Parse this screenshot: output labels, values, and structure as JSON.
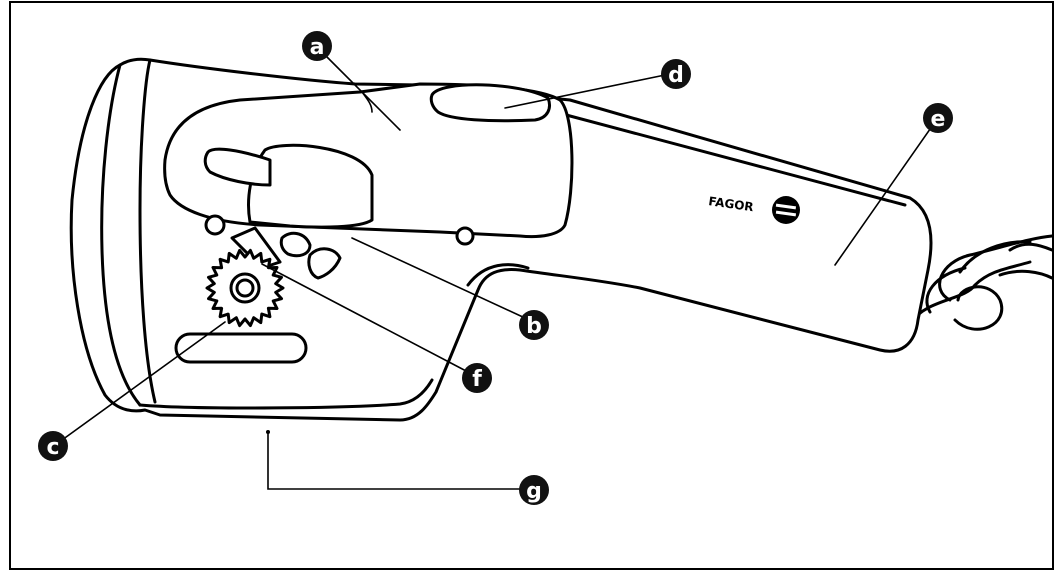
{
  "figure": {
    "brand": "FAGOR",
    "callouts": {
      "a": "a",
      "b": "b",
      "c": "c",
      "d": "d",
      "e": "e",
      "f": "f",
      "g": "g"
    }
  }
}
